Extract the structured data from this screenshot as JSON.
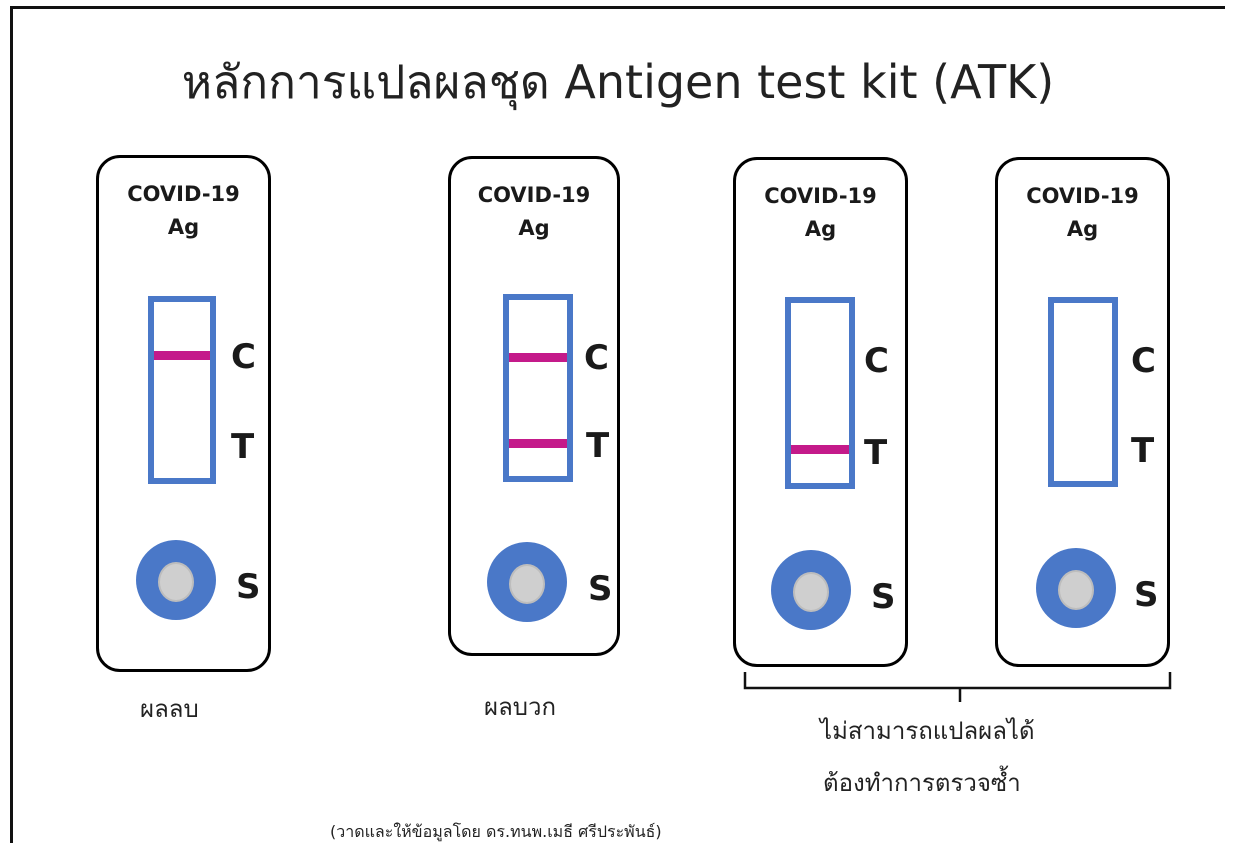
{
  "title": "หลักการแปลผลชุด Antigen test kit (ATK)",
  "cassette_text": {
    "line1": "COVID-19",
    "line2": "Ag",
    "c": "C",
    "t": "T",
    "s": "S"
  },
  "results": [
    {
      "label": "ผลลบ",
      "control_line": true,
      "test_line": true,
      "control_line_present": true,
      "test_line_present": false
    },
    {
      "label": "ผลบวก",
      "control_line_present": true,
      "test_line_present": true
    },
    {
      "control_line_present": false,
      "test_line_present": true
    },
    {
      "control_line_present": false,
      "test_line_present": false
    }
  ],
  "invalid_label": {
    "line1": "ไม่สามารถแปลผลได้",
    "line2": "ต้องทำการตรวจซ้ำ"
  },
  "credit": "(วาดและให้ข้อมูลโดย ดร.ทนพ.เมธี ศรีประพันธ์)",
  "colors": {
    "window_border": "#4a78c8",
    "band": "#c41a8a",
    "sample_well": "#4a78c8"
  }
}
